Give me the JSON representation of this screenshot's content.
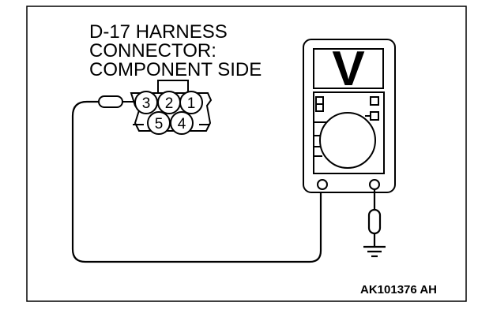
{
  "title_lines": [
    "D-17 HARNESS",
    "CONNECTOR:",
    "COMPONENT SIDE"
  ],
  "connector_pins": [
    "3",
    "2",
    "1",
    "5",
    "4"
  ],
  "meter": {
    "display_symbol": "V"
  },
  "figure_code": "AK101376 AH",
  "icons": {
    "connector": "harness-connector-icon",
    "meter": "voltmeter-icon",
    "ground": "ground-symbol-icon",
    "probe": "test-probe-icon"
  }
}
